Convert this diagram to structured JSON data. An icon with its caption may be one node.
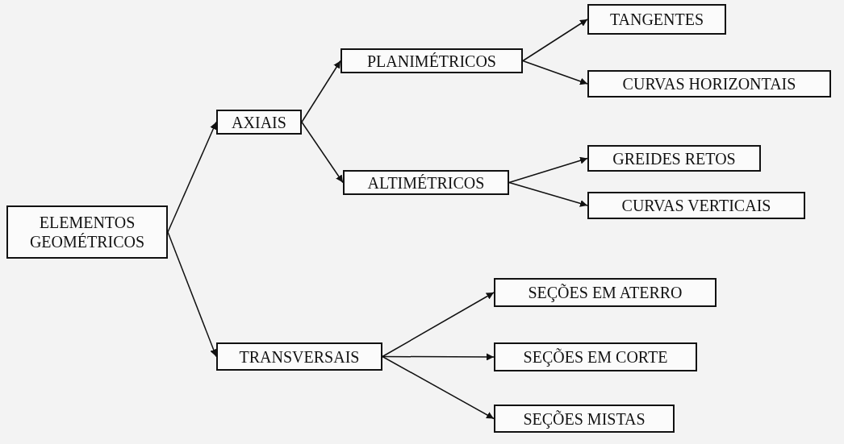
{
  "diagram": {
    "nodes": [
      {
        "text": [
          "ELEMENTOS GEOMÉTRICOS"
        ]
      },
      {
        "text": [
          "AXIAIS"
        ]
      },
      {
        "text": [
          "PLANIMÉTRICOS"
        ]
      },
      {
        "text": [
          "ALTIMÉTRICOS"
        ]
      },
      {
        "text": [
          "TANGENTES"
        ]
      },
      {
        "text": [
          "CURVAS HORIZONTAIS"
        ]
      },
      {
        "text": [
          "GREIDES RETOS"
        ]
      },
      {
        "text": [
          "CURVAS VERTICAIS"
        ]
      },
      {
        "text": [
          "TRANSVERSAIS"
        ]
      },
      {
        "text": [
          "SEÇÕES EM ATERRO"
        ]
      },
      {
        "text": [
          "SEÇÕES EM CORTE"
        ]
      },
      {
        "text": [
          "SEÇÕES MISTAS"
        ]
      }
    ],
    "edges": [
      {
        "from": 0,
        "to": 1,
        "arrow": "to"
      },
      {
        "from": 0,
        "to": 8,
        "arrow": "to"
      },
      {
        "from": 1,
        "to": 2,
        "arrow": "to"
      },
      {
        "from": 1,
        "to": 3,
        "arrow": "to"
      },
      {
        "from": 2,
        "to": 4,
        "arrow": "to"
      },
      {
        "from": 2,
        "to": 5,
        "arrow": "to"
      },
      {
        "from": 3,
        "to": 6,
        "arrow": "to"
      },
      {
        "from": 3,
        "to": 7,
        "arrow": "to"
      },
      {
        "from": 8,
        "to": 9,
        "arrow": "to"
      },
      {
        "from": 8,
        "to": 10,
        "arrow": "to"
      },
      {
        "from": 8,
        "to": 11,
        "arrow": "to"
      }
    ]
  }
}
